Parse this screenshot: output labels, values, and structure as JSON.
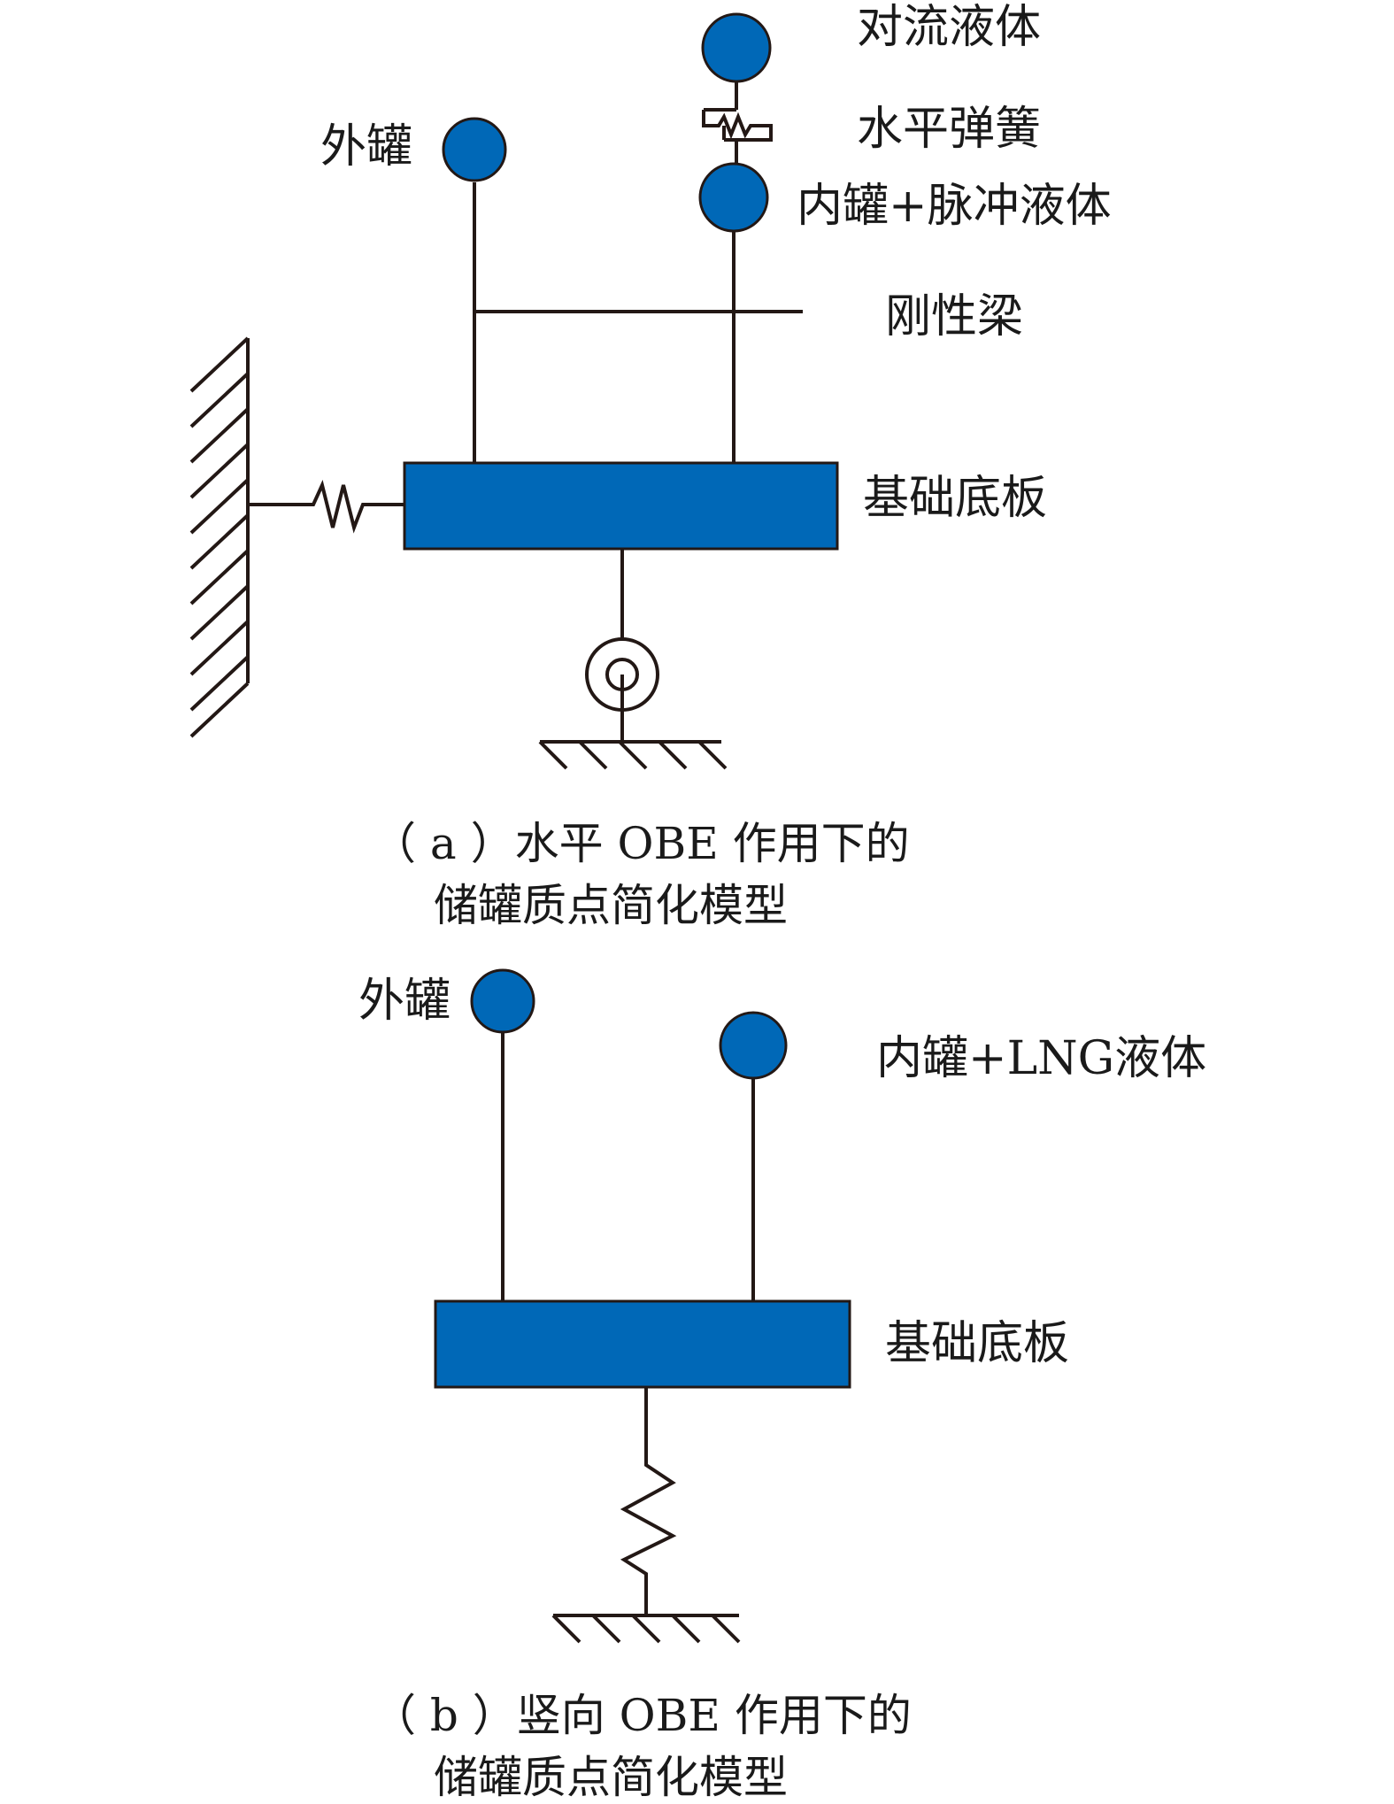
{
  "diagram_a": {
    "labels": {
      "convective_liquid": "对流液体",
      "horizontal_spring": "水平弹簧",
      "inner_tank_impulsive": "内罐+脉冲液体",
      "outer_tank": "外罐",
      "rigid_beam": "刚性梁",
      "base_plate": "基础底板"
    },
    "caption_line1": "（ a ）水平 OBE 作用下的",
    "caption_line2": "储罐质点简化模型"
  },
  "diagram_b": {
    "labels": {
      "outer_tank": "外罐",
      "inner_tank_lng": "内罐+LNG液体",
      "base_plate": "基础底板"
    },
    "caption_line1": "（ b ）竖向 OBE 作用下的",
    "caption_line2": "储罐质点简化模型"
  },
  "colors": {
    "mass_fill": "#0068b7",
    "line": "#231815"
  }
}
